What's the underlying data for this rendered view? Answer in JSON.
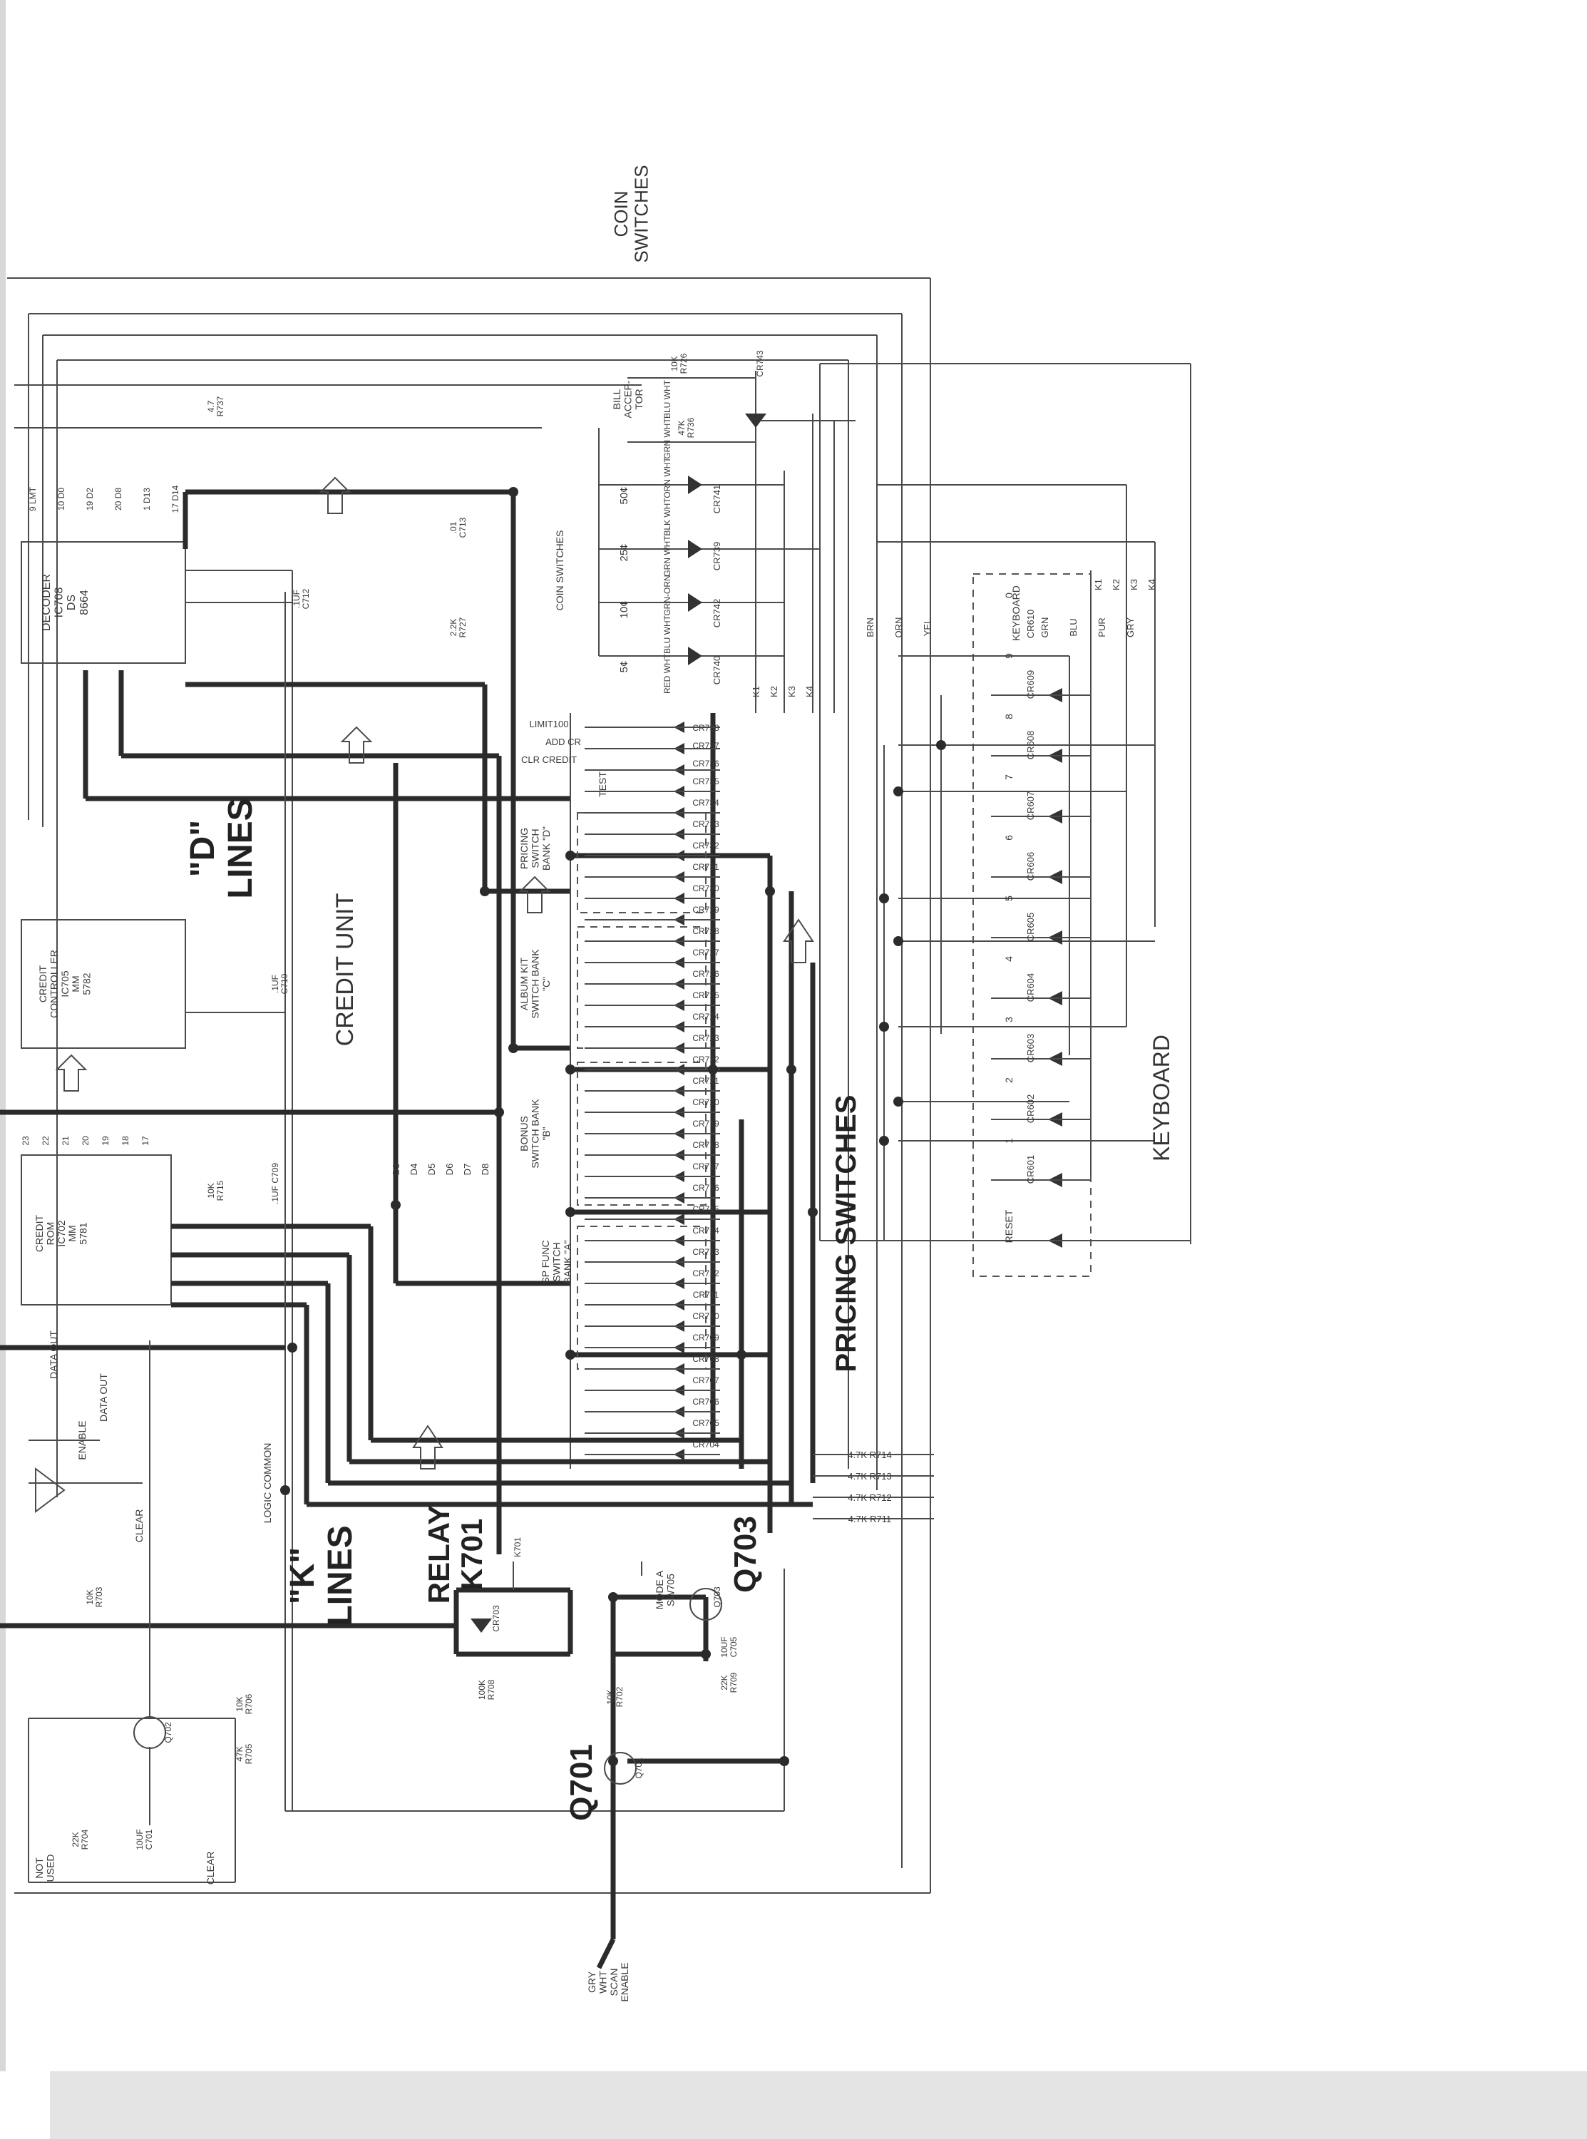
{
  "diagram": {
    "titles": {
      "coin_switches": "COIN\nSWITCHES",
      "credit_unit": "CREDIT UNIT",
      "d_lines": "\"D\"\nLINES",
      "k_lines": "\"K\"\nLINES",
      "relay": "RELAY\nK701",
      "q703": "Q703",
      "q701": "Q701",
      "pricing_switches": "PRICING SWITCHES",
      "keyboard": "KEYBOARD"
    },
    "chips": {
      "decoder": "DECODER\nIC708\nDS\n8664",
      "credit_controller": "CREDIT\nCONTROLLER\nIC705\nMM\n5782",
      "credit_rom": "CREDIT\nROM\nIC702\nMM\n5781"
    },
    "switch_banks": {
      "bank_d": "PRICING\nSWITCH\nBANK \"D\"",
      "bank_c": "ALBUM KIT\nSWITCH BANK\n\"C\"",
      "bank_b": "BONUS\nSWITCH BANK\n\"B\"",
      "bank_a": "SP FUNC\nSWITCH\nBANK \"A\"",
      "coin_switches_inner": "COIN SWITCHES",
      "keyboard_inner": "KEYBOARD"
    },
    "labels": {
      "logic_common": "LOGIC COMMON",
      "data_out": "DATA OUT",
      "enable": "ENABLE",
      "data_out2": "DATA OUT",
      "clear": "CLEAR",
      "clear2": "CLEAR",
      "scan_enable": "GRY\nWHT\nSCAN\nENABLE",
      "not_used": "NOT\nUSED",
      "mode_a": "MODE A\nSW705",
      "bill_acceptor": "BILL\nACCEP-\nTOR",
      "test": "TEST",
      "reset": "RESET",
      "limit100": "LIMIT100",
      "add_cr": "ADD CR",
      "clr_credit": "CLR CREDIT"
    },
    "coin_values": [
      "50¢",
      "25¢",
      "10¢",
      "5¢"
    ],
    "coin_diodes": [
      "CR741",
      "CR739",
      "CR742",
      "CR740"
    ],
    "wire_colors": [
      "BLU WHT",
      "GRN WHT",
      "ORN WHT",
      "BLK WHT",
      "GRN WHT",
      "GRN-ORN",
      "BLU WHT",
      "RED WHT"
    ],
    "k_columns": [
      "K1",
      "K2",
      "K3",
      "K4"
    ],
    "keyboard_wires": [
      "BRN",
      "ORN",
      "YEL",
      "GRN",
      "BLU",
      "PUR",
      "GRY"
    ],
    "keyboard_diodes": [
      "CR601",
      "CR602",
      "CR603",
      "CR604",
      "CR605",
      "CR606",
      "CR607",
      "CR608",
      "CR609",
      "CR610"
    ],
    "keyboard_keys": [
      "1",
      "2",
      "3",
      "4",
      "5",
      "6",
      "7",
      "8",
      "9",
      "0"
    ],
    "keyboard_k": [
      "K1",
      "K2",
      "K3",
      "K4"
    ],
    "pricing_diodes_d": [
      "CR735",
      "CR736",
      "CR737",
      "CR738"
    ],
    "pricing_diodes": [
      "CR734",
      "CR733",
      "CR732",
      "CR731",
      "CR730",
      "CR729",
      "CR728",
      "CR727",
      "CR726",
      "CR725",
      "CR724",
      "CR723",
      "CR722",
      "CR721",
      "CR720",
      "CR719",
      "CR718",
      "CR717",
      "CR716",
      "CR715",
      "CR714",
      "CR713",
      "CR712",
      "CR711",
      "CR710",
      "CR709",
      "CR708",
      "CR707",
      "CR706",
      "CR705",
      "CR704"
    ],
    "resistors_right": [
      "4.7K  R714",
      "4.7K  R713",
      "4.7K  R712",
      "4.7K  R711"
    ],
    "components": {
      "r737": "4.7\nR737",
      "c713": ".01\nC713",
      "c712": ".1UF\nC712",
      "r727": "2.2K\nR727",
      "c710": ".1UF\nC710",
      "c709": ".1UF C709",
      "r715": "10K\nR715",
      "r708": "100K\nR708",
      "r702": "10K\nR702",
      "c705": "10UF\nC705",
      "r709": "22K\nR709",
      "r706": "10K\nR706",
      "r705": "47K\nR705",
      "r703": "10K\nR703",
      "r704": "22K\nR704",
      "c701": "10UF\nC701",
      "r726": "10K\nR726",
      "r736": "47K\nR736",
      "cr743": "CR743",
      "cr703": "CR703",
      "q702": "Q702",
      "q703_small": "Q703",
      "q701_small": "Q701",
      "k701_small": "K701"
    },
    "decoder_pins": [
      "9 LMT",
      "10 D0",
      "19 D2",
      "20 D8",
      "1 D13",
      "17 D14"
    ],
    "d_line_labels": [
      "D3",
      "D4",
      "D5",
      "D6",
      "D7",
      "D8"
    ],
    "rom_pins": [
      "23",
      "22",
      "21",
      "20",
      "19",
      "18",
      "17"
    ]
  }
}
